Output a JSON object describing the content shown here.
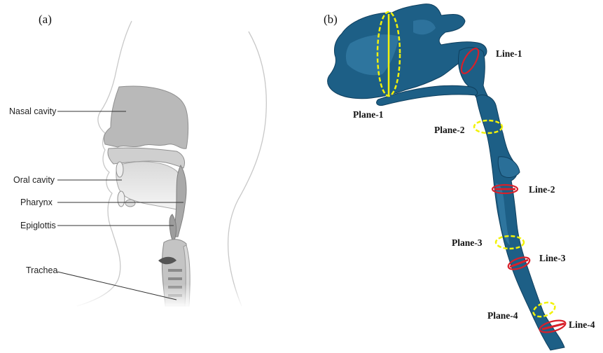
{
  "panel_a": {
    "tag": "(a)",
    "labels": {
      "nasal_cavity": "Nasal cavity",
      "oral_cavity": "Oral cavity",
      "pharynx": "Pharynx",
      "epiglottis": "Epiglottis",
      "trachea": "Trachea"
    }
  },
  "panel_b": {
    "tag": "(b)",
    "labels": {
      "plane_1": "Plane-1",
      "plane_2": "Plane-2",
      "plane_3": "Plane-3",
      "plane_4": "Plane-4",
      "line_1": "Line-1",
      "line_2": "Line-2",
      "line_3": "Line-3",
      "line_4": "Line-4"
    }
  },
  "colors": {
    "airway": "#1d5f86",
    "airway_highlight": "#3d86b2",
    "airway_shadow": "#0f3f5e",
    "plane_marker": "#f2f20a",
    "line_marker": "#d8202a",
    "anatomy_fill": "#bdbdbd",
    "outline": "#9a9a9a"
  }
}
